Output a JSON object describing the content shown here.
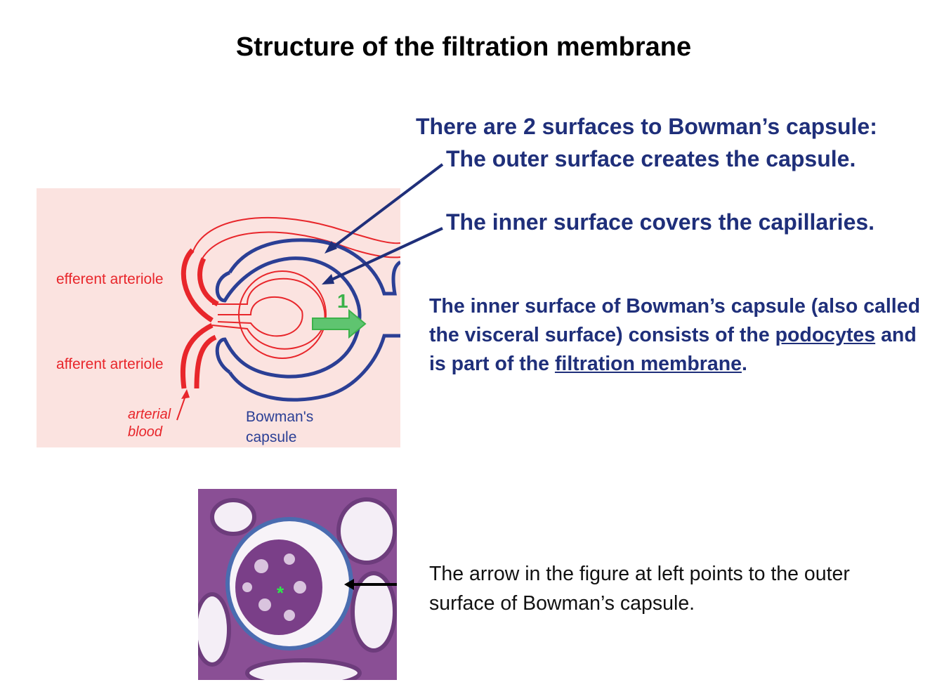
{
  "slide": {
    "title": "Structure of the filtration membrane"
  },
  "callouts": {
    "surfaces_heading": "There are 2 surfaces to Bowman’s capsule:",
    "outer_surface": "The outer surface creates the capsule.",
    "inner_surface": "The inner surface covers the capillaries."
  },
  "paragraph": {
    "part1": "The inner surface of Bowman’s capsule (also called the visceral surface) consists of the",
    "link1": "podocytes",
    "part2": "and is part of the",
    "link2": "filtration membrane",
    "part3": "."
  },
  "diagram": {
    "label_efferent": "efferent arteriole",
    "label_afferent": "afferent arteriole",
    "label_arterial_line1": "arterial",
    "label_arterial_line2": "blood",
    "label_bowmans_line1": "Bowman's",
    "label_bowmans_line2": "capsule",
    "flow_number": "1",
    "colors": {
      "background": "#fbe3e0",
      "vessel_red": "#e8262b",
      "capsule_blue": "#2b3f95",
      "arrow_green": "#3cb24a"
    }
  },
  "micrograph": {
    "caption": "The arrow in the figure at left points to the outer surface of Bowman’s capsule.",
    "stain_colors": {
      "tissue": "#8a4f95",
      "membrane": "#4a6cb0",
      "marker": "#2ee84a"
    }
  },
  "colors": {
    "heading_blue": "#1f2f7a"
  }
}
